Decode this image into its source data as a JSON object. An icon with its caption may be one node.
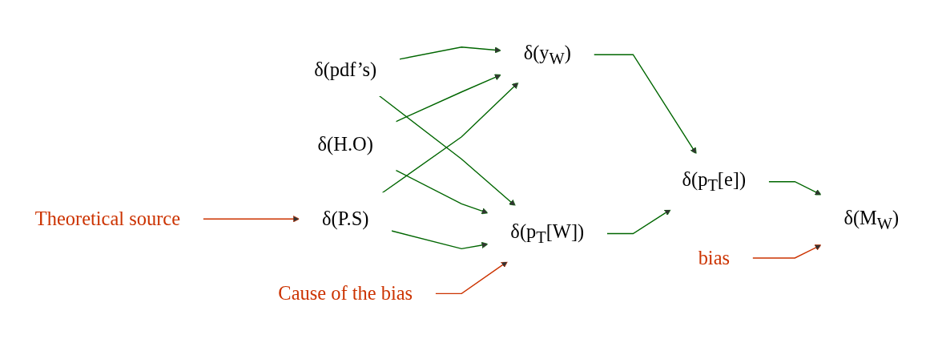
{
  "diagram": {
    "nodes": [
      {
        "text": [
          "δ(pdf’s)"
        ]
      },
      {
        "text": [
          "δ(H.O)"
        ]
      },
      {
        "text": [
          "δ(P.S)"
        ]
      },
      {
        "text": [
          "δ(y$_{W}$)"
        ]
      },
      {
        "text": [
          "δ(p$_{T}$[W])"
        ]
      },
      {
        "text": [
          "δ(p$_{T}$[e])"
        ]
      },
      {
        "text": [
          "δ(M$_{W}$)"
        ]
      },
      {
        "text": [
          "Theoretical source"
        ]
      },
      {
        "text": [
          "Cause of the bias"
        ]
      },
      {
        "text": [
          "bias"
        ]
      }
    ],
    "edges": [
      {
        "from": 0,
        "to": 3,
        "arrow": "to"
      },
      {
        "from": 0,
        "to": 4,
        "arrow": "to"
      },
      {
        "from": 1,
        "to": 3,
        "arrow": "to"
      },
      {
        "from": 1,
        "to": 4,
        "arrow": "to"
      },
      {
        "from": 2,
        "to": 3,
        "arrow": "to"
      },
      {
        "from": 2,
        "to": 4,
        "arrow": "to"
      },
      {
        "from": 3,
        "to": 5,
        "arrow": "to"
      },
      {
        "from": 4,
        "to": 5,
        "arrow": "to"
      },
      {
        "from": 5,
        "to": 6,
        "arrow": "to"
      },
      {
        "from": 7,
        "to": 2,
        "arrow": "to",
        "color": "#cc3300"
      },
      {
        "from": 8,
        "to": 4,
        "arrow": "to",
        "color": "#cc3300"
      },
      {
        "from": 9,
        "to": 6,
        "arrow": "to",
        "color": "#cc3300"
      }
    ]
  }
}
